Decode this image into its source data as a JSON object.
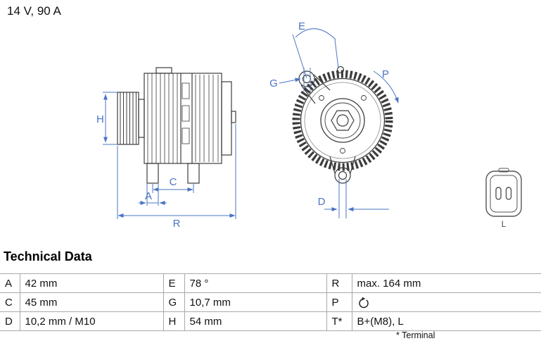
{
  "header": {
    "rating": "14 V, 90 A"
  },
  "diagram": {
    "labels": {
      "H": "H",
      "A": "A",
      "C": "C",
      "R": "R",
      "E": "E",
      "G": "G",
      "P": "P",
      "D": "D",
      "connector": "L"
    },
    "dimension_color": "#4a74c4",
    "drawing_color": "#3c3c3c"
  },
  "technical_data": {
    "title": "Technical Data",
    "rows": [
      {
        "c1_key": "A",
        "c1_val": "42 mm",
        "c2_key": "E",
        "c2_val": "78 °",
        "c3_key": "R",
        "c3_val": "max. 164 mm"
      },
      {
        "c1_key": "C",
        "c1_val": "45 mm",
        "c2_key": "G",
        "c2_val": "10,7 mm",
        "c3_key": "P",
        "c3_val": "",
        "c3_icon": "rotation-direction-icon"
      },
      {
        "c1_key": "D",
        "c1_val": "10,2 mm / M10",
        "c2_key": "H",
        "c2_val": "54 mm",
        "c3_key": "T*",
        "c3_val": "B+(M8), L"
      }
    ],
    "footnote": "* Terminal"
  }
}
